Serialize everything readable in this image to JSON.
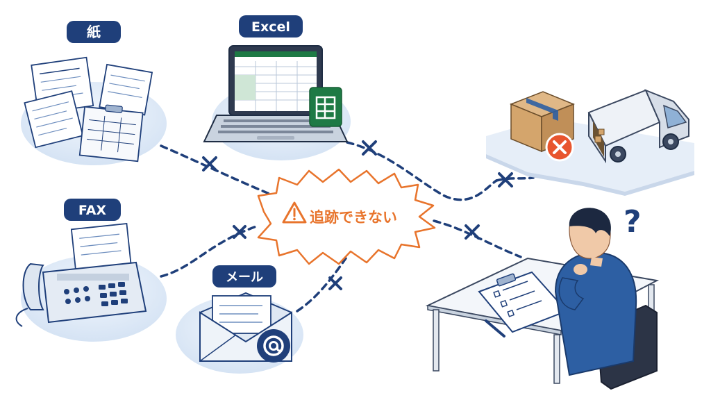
{
  "labels": {
    "paper": "紙",
    "excel": "Excel",
    "fax": "FAX",
    "mail": "メール"
  },
  "center": {
    "warning_text": "追跡できない"
  },
  "question_mark": "?",
  "colors": {
    "navy": "#1f3f7a",
    "orange": "#e8742c",
    "platform": "#dce8f6",
    "excel_green": "#1e7a45",
    "reject_red": "#e8552e"
  }
}
